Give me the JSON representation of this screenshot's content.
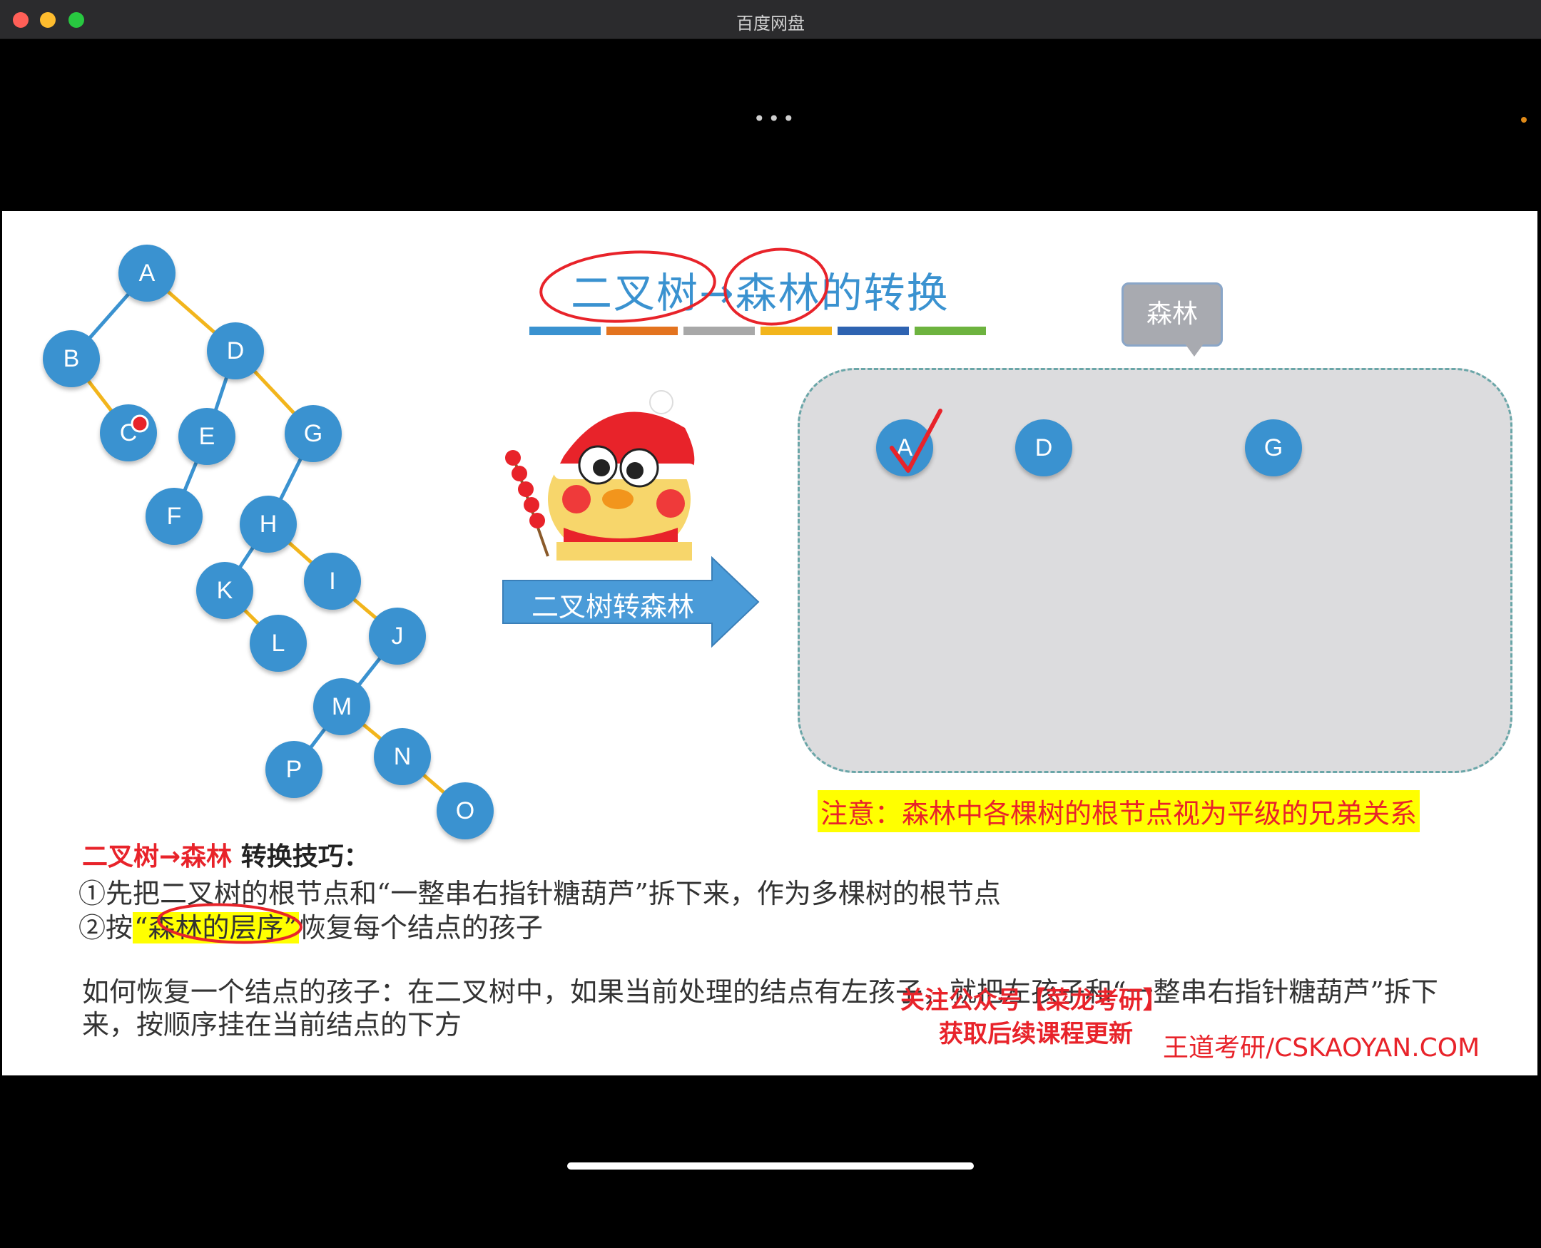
{
  "window": {
    "title": "百度网盘",
    "more_menu": "•••"
  },
  "slide": {
    "title_part1": "二叉树",
    "title_arrow": "→",
    "title_part2": "森林",
    "title_part3": "的转换",
    "accent_bars": [
      "#3a92d0",
      "#e3731f",
      "#a8a8a8",
      "#f2b51c",
      "#2e63b1",
      "#6db33f"
    ],
    "binary_tree_nodes": [
      "A",
      "B",
      "D",
      "C",
      "E",
      "G",
      "F",
      "H",
      "K",
      "I",
      "L",
      "J",
      "M",
      "P",
      "N",
      "O"
    ],
    "arrow_label": "二叉树转森林",
    "callout_label": "森林",
    "forest_roots": [
      "A",
      "D",
      "G"
    ],
    "note": "注意：森林中各棵树的根节点视为平级的兄弟关系",
    "technique_title_red": "二叉树→森林",
    "technique_title_black": " 转换技巧：",
    "step1": "①先把二叉树的根节点和“一整串右指针糖葫芦”拆下来，作为多棵树的根节点",
    "step2_prefix": "②按",
    "step2_highlight": "“森林的层序”",
    "step2_suffix": "恢复每个结点的孩子",
    "howto": "如何恢复一个结点的孩子：在二叉树中，如果当前处理的结点有左孩子，就把左孩子和“一整串右指针糖葫芦”拆下来，按顺序挂在当前结点的下方",
    "watermark_line1": "关注公众号【菜龙考研】",
    "watermark_line2": "获取后续课程更新",
    "brand": "王道考研/CSKAOYAN.COM"
  },
  "colors": {
    "node": "#3a92d0",
    "left_edge": "#3a92d0",
    "right_edge": "#f2b51c",
    "accent_red": "#e8232a",
    "highlight": "#ffff00"
  }
}
